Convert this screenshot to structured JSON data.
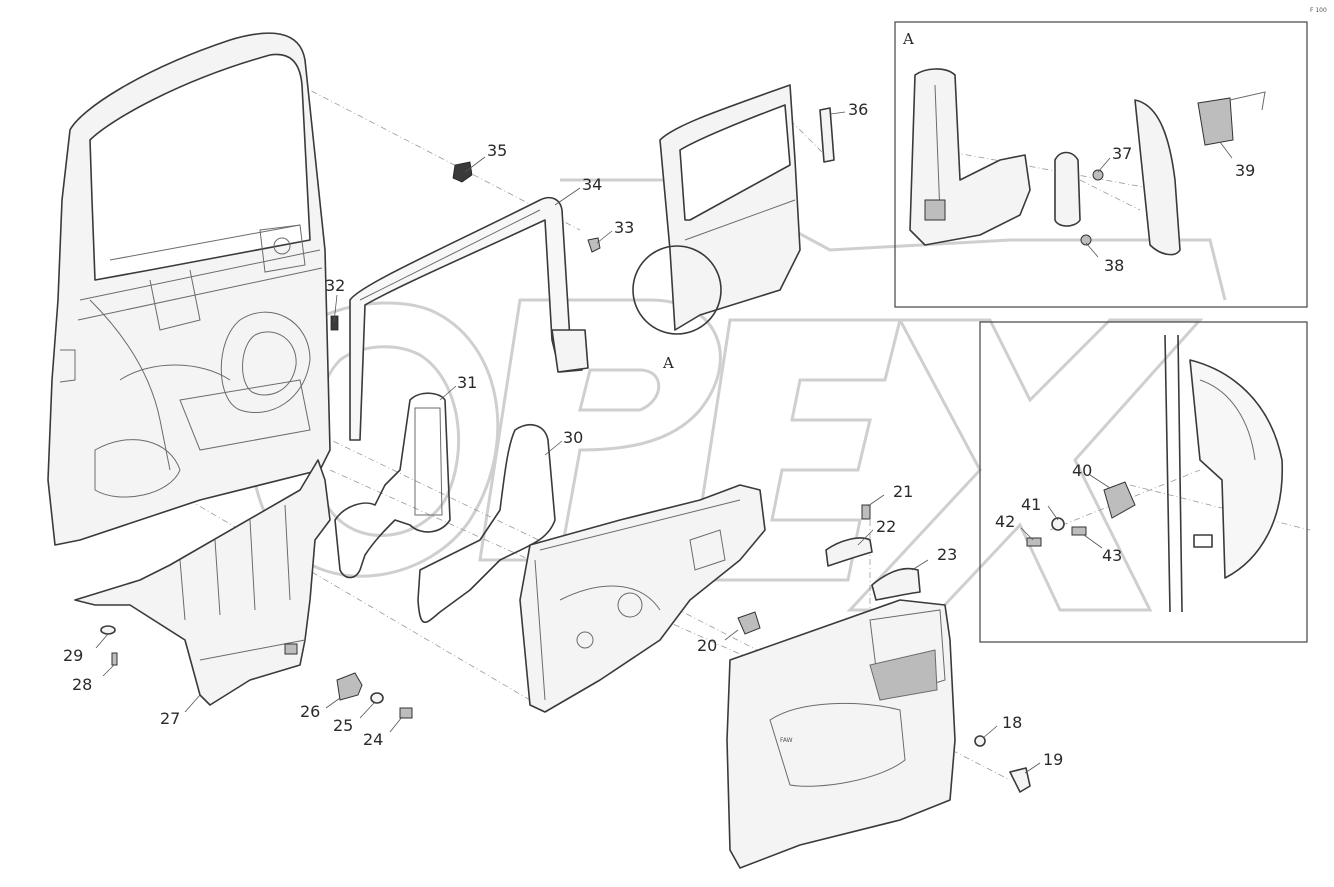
{
  "diagram": {
    "watermark_text": "OPEX",
    "inset_a_label": "A",
    "detail_circle_label": "A",
    "logo_text": "FAW",
    "corner_mark": "F 100",
    "callouts": [
      "18",
      "19",
      "20",
      "21",
      "22",
      "23",
      "24",
      "25",
      "26",
      "27",
      "28",
      "29",
      "30",
      "31",
      "32",
      "33",
      "34",
      "35",
      "36",
      "37",
      "38",
      "39",
      "40",
      "41",
      "42",
      "43"
    ]
  }
}
